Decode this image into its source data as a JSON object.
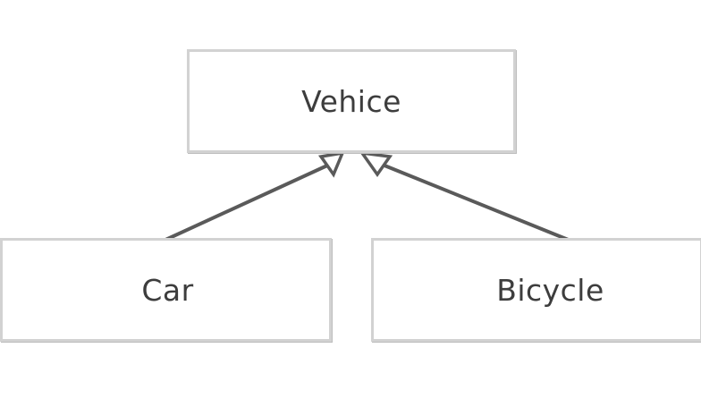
{
  "diagram": {
    "parent": {
      "label": "Vehice"
    },
    "children": [
      {
        "label": "Car"
      },
      {
        "label": "Bicycle"
      }
    ],
    "relation": "generalization",
    "colors": {
      "box_border": "#d2d2d2",
      "line": "#5a5a5a",
      "text": "#3d3d3d"
    }
  }
}
